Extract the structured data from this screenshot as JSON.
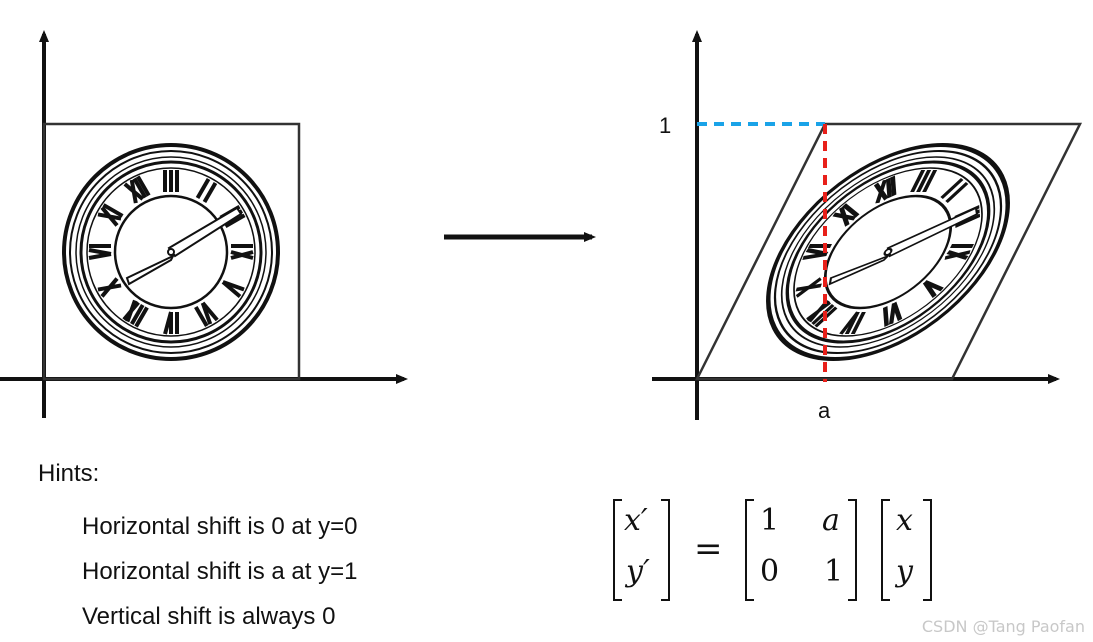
{
  "right_axes": {
    "y_tick_label": "1",
    "x_tick_label": "a"
  },
  "hints": {
    "title": "Hints:",
    "items": [
      "Horizontal shift is 0 at y=0",
      "Horizontal shift is a at y=1",
      "Vertical shift is always 0"
    ]
  },
  "equation": {
    "lhs": [
      "x′",
      "y′"
    ],
    "equals": "=",
    "matrix": [
      [
        "1",
        "a"
      ],
      [
        "0",
        "1"
      ]
    ],
    "rhs": [
      "x",
      "y"
    ]
  },
  "watermark": "CSDN @Tang Paofan",
  "colors": {
    "guide_horizontal": "#1aa3e8",
    "guide_vertical": "#e8201a",
    "ink": "#111111"
  },
  "icons": {
    "clock": "clock-face-roman-numerals",
    "arrow": "right-arrow"
  }
}
